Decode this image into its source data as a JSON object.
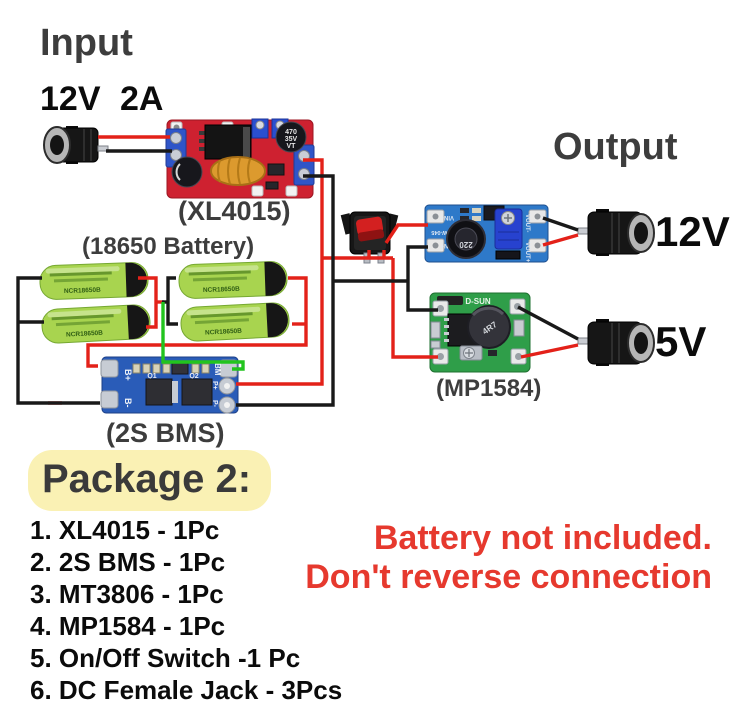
{
  "labels": {
    "input_title": "Input",
    "input_spec": "12V 2A",
    "output_title": "Output",
    "out_12v": "12V",
    "out_5v": "5V",
    "xl4015": "(XL4015)",
    "battery": "(18650 Battery)",
    "bms": "(2S BMS)",
    "mp1584": "(MP1584)"
  },
  "package": {
    "title": "Package 2:",
    "items": [
      "1. XL4015 - 1Pc",
      "2. 2S BMS - 1Pc",
      "3. MT3806 - 1Pc",
      "4. MP1584 - 1Pc",
      "5. On/Off Switch -1 Pc",
      "6. DC Female Jack - 3Pcs"
    ]
  },
  "warnings": {
    "line1": "Battery not included.",
    "line2": "Don't reverse connection"
  },
  "silk": {
    "cap": [
      "470",
      "35V",
      "VT"
    ],
    "battery_cell": "NCR18650B",
    "bms": {
      "b_plus": "B+",
      "b_minus": "B-",
      "bm": "BM",
      "p_plus": "P+",
      "p_minus": "P-",
      "q1": "Q1",
      "q2": "Q2"
    },
    "mt3608": {
      "vin_minus": "VIN-",
      "vin_plus": "VIN+",
      "vout_minus": "VOUT-",
      "vout_plus": "VOUT+",
      "inductor": "220",
      "part": "MW-045"
    },
    "mp1584": {
      "brand": "D-SUN",
      "inductor": "4R7"
    }
  },
  "colors": {
    "wire_red": "#e32119",
    "wire_black": "#191919",
    "wire_green": "#22c41e",
    "warning_red": "#e6392e",
    "highlight_yellow": "#faf1b4",
    "label_gray": "#3d3d3d",
    "pcb_red": "#ce2130",
    "bms_blue": "#2a5cb8",
    "mt3608_blue": "#2e79c9",
    "mp1584_green": "#2f9e49",
    "battery_green": "#a8d44f"
  }
}
